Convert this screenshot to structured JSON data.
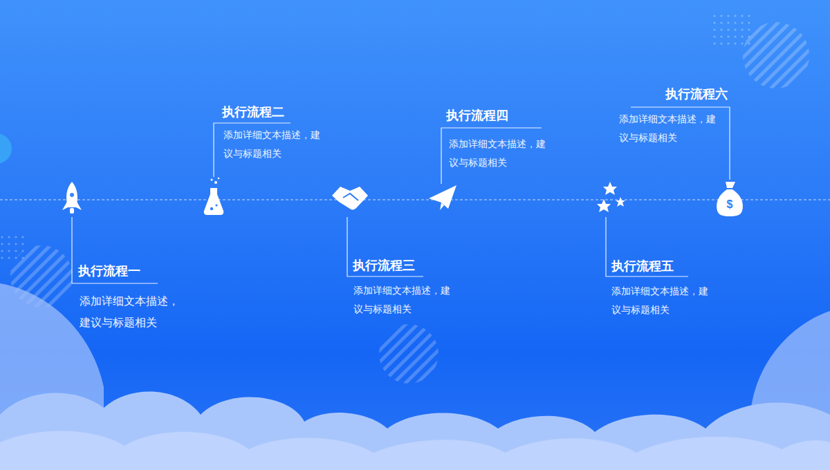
{
  "diagram": {
    "nodes": [
      {
        "text": [
          "执行流程一",
          "添加详细文本描述， 建议与标题相关"
        ]
      },
      {
        "text": [
          "执行流程二",
          "添加详细文本描述，建 议与标题相关"
        ]
      },
      {
        "text": [
          "执行流程三",
          "添加详细文本描述，建 议与标题相关"
        ]
      },
      {
        "text": [
          "执行流程四",
          "添加详细文本描述，建 议与标题相关"
        ]
      },
      {
        "text": [
          "执行流程五",
          "添加详细文本描述，建 议与标题相关"
        ]
      },
      {
        "text": [
          "执行流程六",
          "添加详细文本描述，建 议与标题相关"
        ]
      }
    ]
  }
}
